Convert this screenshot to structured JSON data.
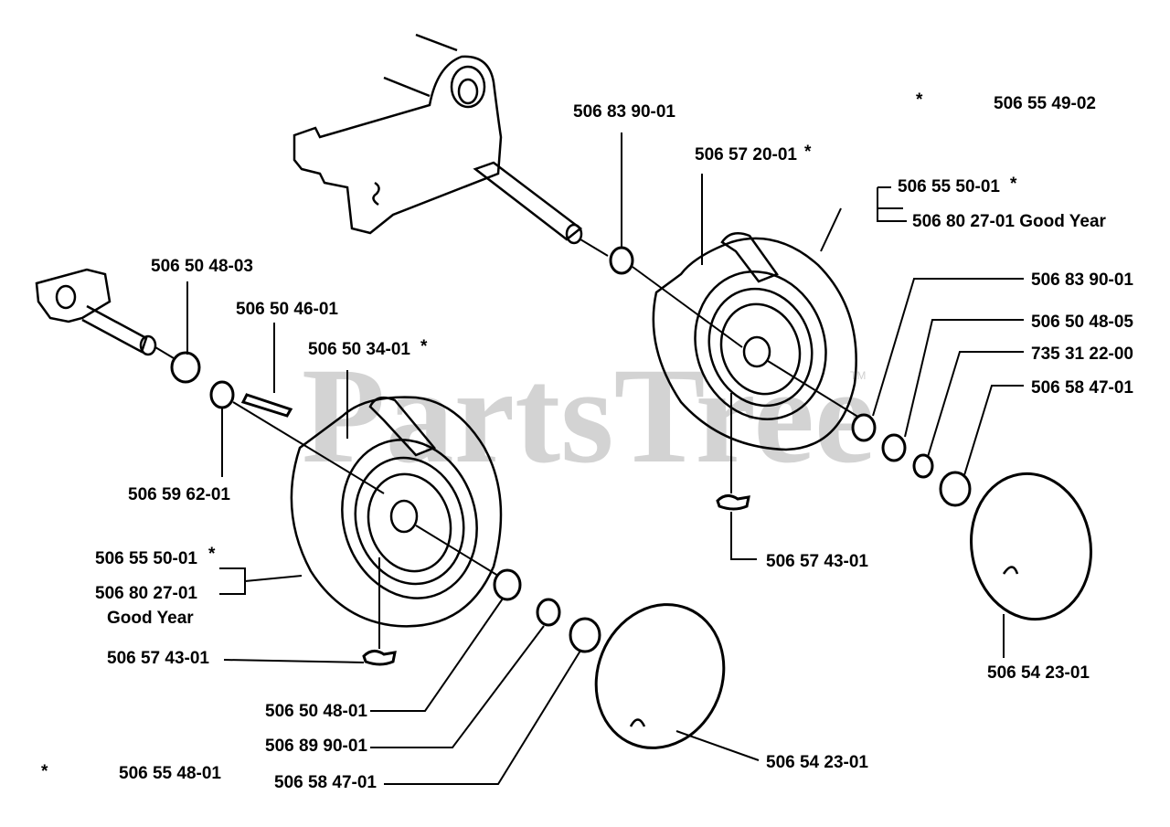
{
  "watermark": {
    "text": "PartsTree",
    "tm": "TM"
  },
  "labels": {
    "star_top": "*",
    "part_top_right": "506 55 49-02",
    "part_spacer_top": "506 83 90-01",
    "part_wheel_right": "506 57 20-01",
    "star_wheel_right": "*",
    "part_tire_right": "506 55 50-01",
    "star_tire_right": "*",
    "part_tire_right_alt": "506 80 27-01 Good Year",
    "part_spacer_right": "506 83 90-01",
    "part_washer_right": "506 50 48-05",
    "part_bearing_right": "735 31 22-00",
    "part_ring_right": "506 58 47-01",
    "part_valve_right": "506 57 43-01",
    "part_cap_right": "506 54 23-01",
    "part_washer_left_top": "506 50 48-03",
    "part_key": "506 50 46-01",
    "part_wheel_left": "506 50 34-01",
    "star_wheel_left": "*",
    "part_bushing": "506 59 62-01",
    "part_tire_left": "506 55 50-01",
    "star_tire_left": "*",
    "part_tire_left_alt": "506 80 27-01",
    "part_tire_left_brand": "Good Year",
    "part_valve_left": "506 57 43-01",
    "part_washer_left": "506 50 48-01",
    "part_spacer_left": "506 89 90-01",
    "part_ring_left": "506 58 47-01",
    "part_cap_left": "506 54 23-01",
    "star_bottom": "*",
    "part_bottom_left": "506 55 48-01"
  }
}
